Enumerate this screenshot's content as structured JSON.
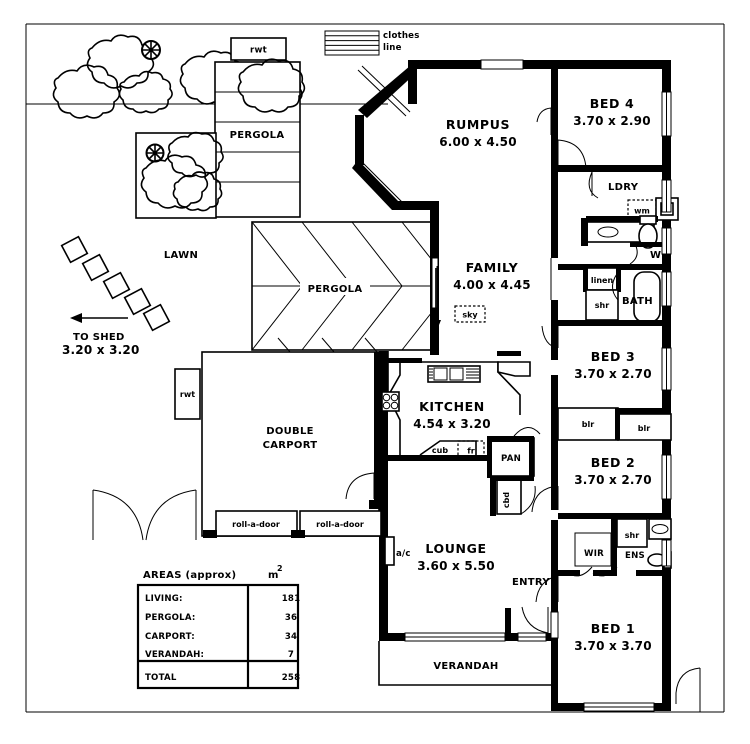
{
  "document": {
    "type": "residential-floor-plan",
    "title": "House Floor Plan"
  },
  "rooms": [
    {
      "id": "rumpus",
      "name": "RUMPUS",
      "dimensions": "6.00 x 4.50"
    },
    {
      "id": "family",
      "name": "FAMILY",
      "dimensions": "4.00 x 4.45"
    },
    {
      "id": "kitchen",
      "name": "KITCHEN",
      "dimensions": "4.54 x 3.20"
    },
    {
      "id": "lounge",
      "name": "LOUNGE",
      "dimensions": "3.60 x 5.50"
    },
    {
      "id": "bed1",
      "name": "BED 1",
      "dimensions": "3.70 x 3.70"
    },
    {
      "id": "bed2",
      "name": "BED 2",
      "dimensions": "3.70 x 2.70"
    },
    {
      "id": "bed3",
      "name": "BED 3",
      "dimensions": "3.70 x 2.70"
    },
    {
      "id": "bed4",
      "name": "BED 4",
      "dimensions": "3.70 x 2.90"
    },
    {
      "id": "carport",
      "name_line1": "DOUBLE",
      "name_line2": "CARPORT"
    },
    {
      "id": "shed",
      "name": "TO SHED",
      "dimensions": "3.20 x 3.20"
    }
  ],
  "labels": {
    "rumpus": "RUMPUS",
    "rumpus_dim": "6.00 x 4.50",
    "family": "FAMILY",
    "family_dim": "4.00 x 4.45",
    "kitchen": "KITCHEN",
    "kitchen_dim": "4.54 x 3.20",
    "lounge": "LOUNGE",
    "lounge_dim": "3.60 x 5.50",
    "bed1": "BED 1",
    "bed1_dim": "3.70 x 3.70",
    "bed2": "BED 2",
    "bed2_dim": "3.70 x 2.70",
    "bed3": "BED 3",
    "bed3_dim": "3.70 x 2.70",
    "bed4": "BED 4",
    "bed4_dim": "3.70 x 2.90",
    "carport_1": "DOUBLE",
    "carport_2": "CARPORT",
    "entry": "ENTRY",
    "verandah": "VERANDAH",
    "lawn": "LAWN",
    "pergola_top": "PERGOLA",
    "pergola_mid": "PERGOLA",
    "to_shed": "TO SHED",
    "to_shed_dim": "3.20 x 3.20",
    "clothes_line_1": "clothes",
    "clothes_line_2": "line",
    "ldry": "LDRY",
    "wc": "WC",
    "bath": "BATH",
    "ens": "ENS",
    "wir": "WIR",
    "pan": "PAN",
    "linen": "linen",
    "shr_bath": "shr",
    "shr_ens": "shr",
    "wm": "wm",
    "fr": "fr",
    "cub": "cub",
    "cbd": "cbd",
    "blr_left": "blr",
    "blr_right": "blr",
    "sky": "sky",
    "ac": "a/c",
    "rwt_top": "rwt",
    "rwt_carport": "rwt",
    "roll_door_1": "roll-a-door",
    "roll_door_2": "roll-a-door"
  },
  "areas_table": {
    "header_label": "AREAS (approx)",
    "header_unit_text": "m",
    "header_unit_sup": "2",
    "rows": [
      {
        "label": "LIVING:",
        "value": "181"
      },
      {
        "label": "PERGOLA:",
        "value": "36"
      },
      {
        "label": "CARPORT:",
        "value": "34"
      },
      {
        "label": "VERANDAH:",
        "value": "7"
      }
    ],
    "total": {
      "label": "TOTAL",
      "value": "258"
    }
  },
  "colors": {
    "wall": "#000000",
    "background": "#ffffff",
    "line": "#000000"
  }
}
